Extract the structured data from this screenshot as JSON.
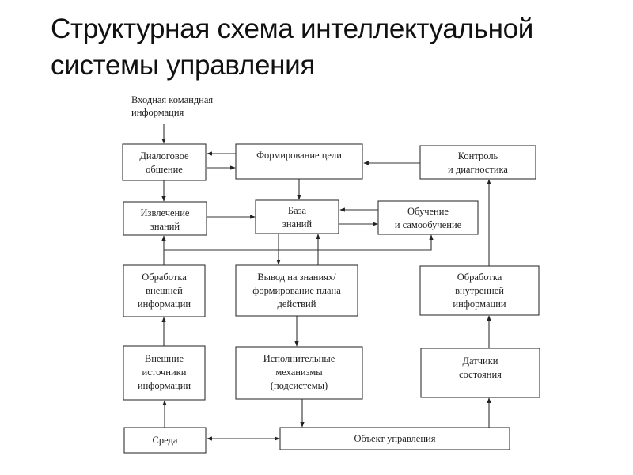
{
  "slide": {
    "title_lines": [
      "Структурная схема интеллектуальной",
      "системы управления"
    ]
  },
  "diagram": {
    "input_label": [
      "Входная командная",
      "информация"
    ],
    "blocks": {
      "dialog": [
        "Диалоговое",
        "обшение"
      ],
      "goal": [
        "Формирование цели"
      ],
      "control": [
        "Контроль",
        "и диагностика"
      ],
      "extraction": [
        "Извлечение",
        "знаний"
      ],
      "kb": [
        "База",
        "знаний"
      ],
      "learning": [
        "Обучение",
        "и самообучение"
      ],
      "ext_proc": [
        "Обработка",
        "внешней",
        "информации"
      ],
      "inference": [
        "Вывод на знаниях/",
        "формирование плана",
        "действий"
      ],
      "int_proc": [
        "Обработка",
        "внутренней",
        "информации"
      ],
      "ext_sources": [
        "Внешние",
        "источники",
        "информации"
      ],
      "actuators": [
        "Исполнительные",
        "механизмы",
        "(подсистемы)"
      ],
      "sensors": [
        "Датчики",
        "состояния"
      ],
      "environment": [
        "Среда"
      ],
      "object": [
        "Объект управления"
      ]
    },
    "connections": [
      {
        "from": "input",
        "to": "dialog"
      },
      {
        "from": "goal",
        "to": "dialog"
      },
      {
        "from": "dialog",
        "to": "goal"
      },
      {
        "from": "control",
        "to": "goal"
      },
      {
        "from": "dialog",
        "to": "extraction"
      },
      {
        "from": "goal",
        "to": "kb"
      },
      {
        "from": "extraction",
        "to": "kb"
      },
      {
        "from": "learning",
        "to": "kb"
      },
      {
        "from": "kb",
        "to": "learning"
      },
      {
        "from": "kb",
        "to": "inference"
      },
      {
        "from": "inference",
        "to": "kb"
      },
      {
        "from": "ext_proc",
        "to": "extraction"
      },
      {
        "from": "ext_proc",
        "to": "learning"
      },
      {
        "from": "ext_sources",
        "to": "ext_proc"
      },
      {
        "from": "inference",
        "to": "actuators"
      },
      {
        "from": "actuators",
        "to": "object"
      },
      {
        "from": "environment",
        "to": "ext_sources"
      },
      {
        "from": "environment",
        "to": "object",
        "bidirectional": true
      },
      {
        "from": "object",
        "to": "sensors"
      },
      {
        "from": "sensors",
        "to": "int_proc"
      },
      {
        "from": "int_proc",
        "to": "control"
      }
    ]
  }
}
